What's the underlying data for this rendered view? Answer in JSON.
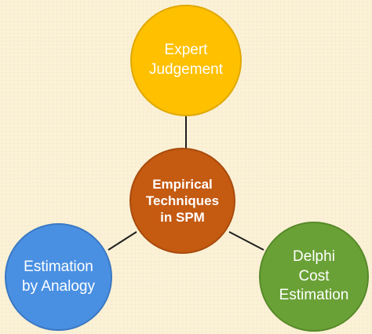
{
  "diagram": {
    "center": {
      "label": "Empirical\nTechniques\nin SPM",
      "color": "#c55a11"
    },
    "nodes": [
      {
        "label": "Expert\nJudgement",
        "color": "#ffc000"
      },
      {
        "label": "Estimation\nby Analogy",
        "color": "#4a90e2"
      },
      {
        "label": "Delphi\nCost\nEstimation",
        "color": "#6aa136"
      }
    ],
    "connector_color": "#1f1f1f",
    "background_color": "#fbf1d6"
  }
}
